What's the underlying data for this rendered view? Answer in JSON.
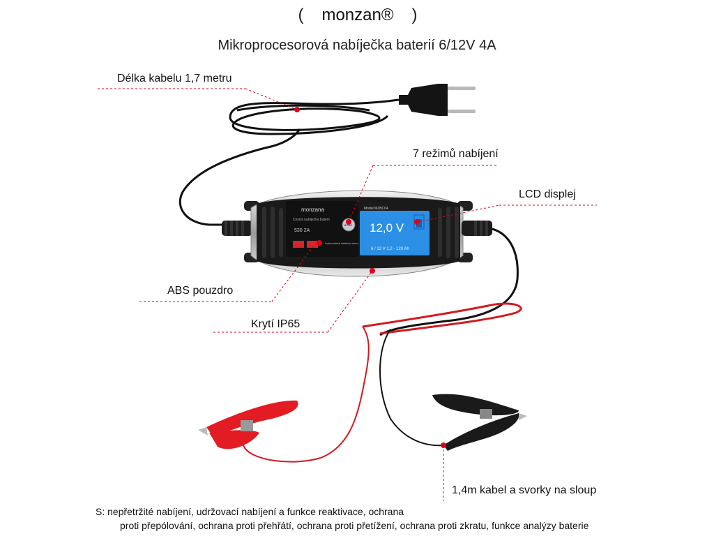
{
  "brand": {
    "name": "monzan®"
  },
  "title": "Mikroprocesorová nabíječka baterií 6/12V 4A",
  "callouts": {
    "cable_length": "Délka kabelu 1,7 metru",
    "modes": "7 režimů nabíjení",
    "lcd": "LCD displej",
    "abs": "ABS pouzdro",
    "ip65": "Krytí IP65",
    "clamps": "1,4m kabel a svorky na sloup"
  },
  "device": {
    "brand": "monzana",
    "model": "Model MZBC04",
    "subtitle": "Chytrá nabíječka baterií",
    "rating": "530 2A",
    "auto_text": "Automatická detekce stavu",
    "mode_button": "MODE",
    "lcd_voltage": "12,0 V",
    "lcd_range": "6 / 12 V    1,2 - 120 Ah"
  },
  "footer": {
    "line1": "S: nepřetržité nabíjení, udržovací nabíjení a funkce reaktivace, ochrana",
    "line2": "proti přepólování, ochrana proti přehřátí, ochrana proti přetížení, ochrana proti zkratu, funkce analýzy baterie"
  },
  "colors": {
    "accent_red": "#e0001b",
    "lcd_blue": "#2b8fe6",
    "clamp_red": "#e31b23",
    "clamp_black": "#1a1a1a"
  }
}
